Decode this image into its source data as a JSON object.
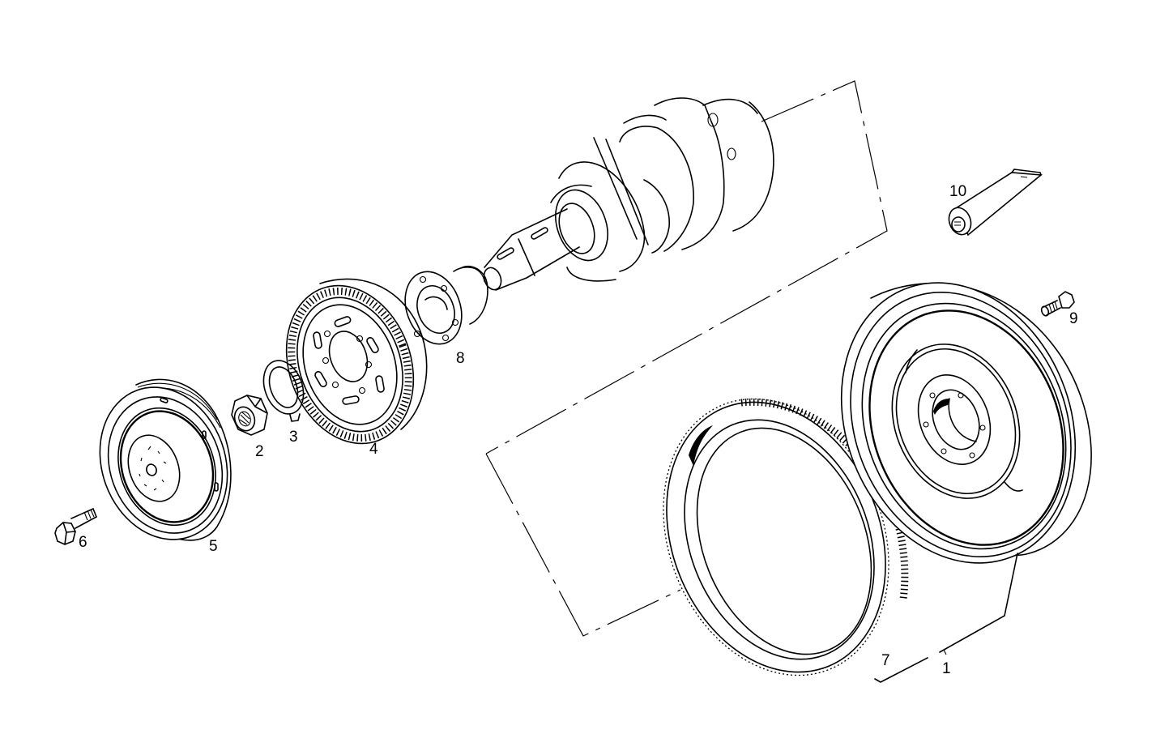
{
  "diagram": {
    "type": "exploded-parts-diagram",
    "subject": "crankshaft, pulley, gear and flywheel assembly",
    "background": "#ffffff",
    "line_color": "#000000"
  },
  "parts": [
    {
      "number": "1",
      "label": "1",
      "name": "flywheel-assembly"
    },
    {
      "number": "2",
      "label": "2",
      "name": "hex-nut"
    },
    {
      "number": "3",
      "label": "3",
      "name": "tab-washer"
    },
    {
      "number": "4",
      "label": "4",
      "name": "bevel-gear"
    },
    {
      "number": "5",
      "label": "5",
      "name": "crankshaft-pulley"
    },
    {
      "number": "6",
      "label": "6",
      "name": "pulley-bolt"
    },
    {
      "number": "7",
      "label": "7",
      "name": "ring-gear"
    },
    {
      "number": "8",
      "label": "8",
      "name": "gear-hub"
    },
    {
      "number": "9",
      "label": "9",
      "name": "flywheel-bolt"
    },
    {
      "number": "10",
      "label": "10",
      "name": "sealant-tube"
    }
  ]
}
